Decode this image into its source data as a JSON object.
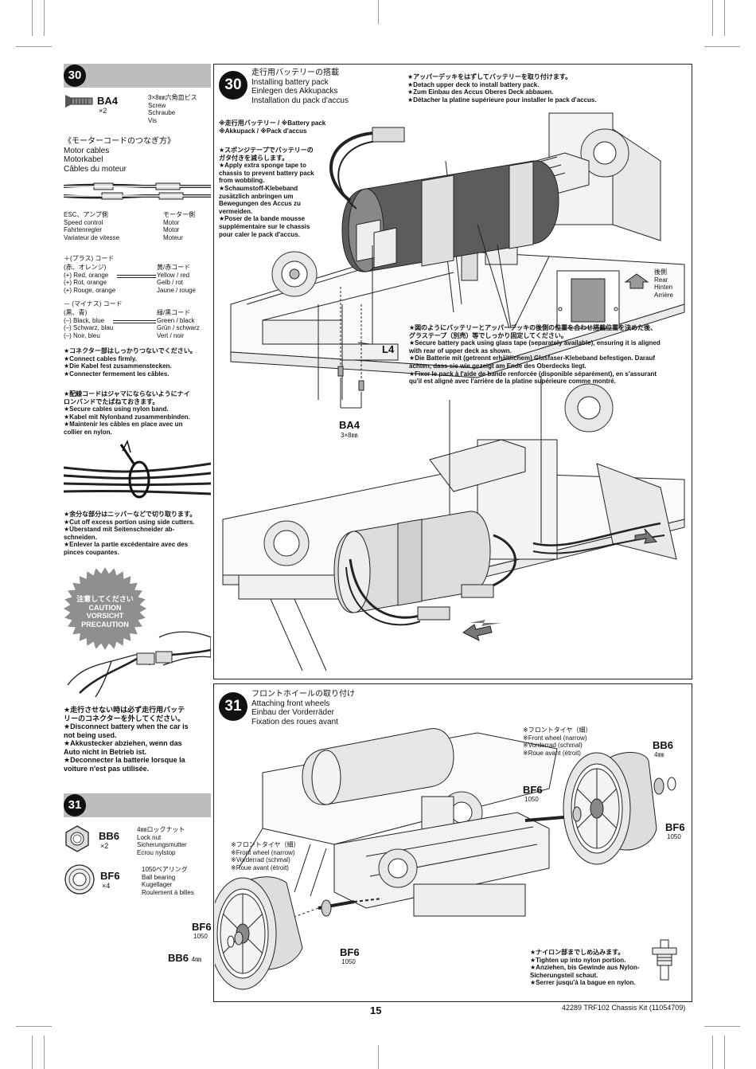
{
  "left": {
    "s30_badge": "30",
    "ba4": {
      "code": "BA4",
      "qty": "×2",
      "jp": "3×8㎜六角皿ビス",
      "en": "Screw",
      "de": "Schraube",
      "fr": "Vis"
    },
    "motor_cables": [
      "《モーターコードのつなぎ方》",
      "Motor cables",
      "Motorkabel",
      "Câbles du moteur"
    ],
    "esc": [
      "ESC、アンプ側",
      "Speed control",
      "Fahrtenregler",
      "Variateur de vitesse"
    ],
    "motor": [
      "モーター側",
      "Motor",
      "Motor",
      "Moteur"
    ],
    "plus_title": "＋(プラス) コード",
    "plus_left": [
      "(赤、オレンジ)",
      "(+) Red, orange",
      "(+) Rot, orange",
      "(+) Rouge, orange"
    ],
    "plus_right": [
      "黄/赤コード",
      "Yellow / red",
      "Gelb / rot",
      "Jaune / rouge"
    ],
    "minus_title": "－ (マイナス) コード",
    "minus_left": [
      "(黒、青)",
      "(–) Black, blue",
      "(–) Schwarz, blau",
      "(–) Noir, bleu"
    ],
    "minus_right": [
      "緑/黒コード",
      "Green / black",
      "Grün / schwarz",
      "Vert / noir"
    ],
    "connect": [
      "★コネクター部はしっかりつないでください。",
      "★Connect cables firmly.",
      "★Die Kabel fest zusammenstecken.",
      "★Connecter fermement les câbles."
    ],
    "nylon": [
      "★配線コードはジャマにならないようにナイ",
      "ロンバンドでたばねておきます。",
      "★Secure cables using nylon band.",
      "★Kabel mit Nylonband zusammenbinden.",
      "★Maintenir les câbles en place avec un",
      "collier en nylon."
    ],
    "cut": [
      "★余分な部分はニッパーなどで切り取ります。",
      "★Cut off excess portion using side cutters.",
      "★Überstand mit Seitenschneider ab-",
      "schneiden.",
      "★Enlever la partie excédentaire avec des",
      "pinces coupantes."
    ],
    "caution": [
      "注意してください",
      "CAUTION",
      "VORSICHT",
      "PRECAUTION"
    ],
    "disconnect": [
      "★走行させない時は必ず走行用バッテ",
      "リーのコネクターを外してください。",
      "★Disconnect battery when the car is",
      "not being used.",
      "★Akkustecker abziehen, wenn das",
      "Auto nicht in Betrieb ist.",
      "★Deconnecter la batterie lorsque la",
      "voiture n'est pas utilisée."
    ],
    "s31_badge": "31",
    "bb6": {
      "code": "BB6",
      "qty": "×2",
      "jp": "4㎜ロックナット",
      "en": "Lock nut",
      "de": "Sicherungsmutter",
      "fr": "Ecrou nylstop"
    },
    "bf6": {
      "code": "BF6",
      "qty": "×4",
      "jp": "1050ベアリング",
      "en": "Ball bearing",
      "de": "Kugellager",
      "fr": "Roulement à billes"
    }
  },
  "step30": {
    "num": "30",
    "title": [
      "走行用バッテリーの搭載",
      "Installing battery pack",
      "Einlegen des Akkupacks",
      "Installation du pack d'accus"
    ],
    "detach": [
      "★アッパーデッキをはずしてバッテリーを取り付けます。",
      "★Detach upper deck to install battery pack.",
      "★Zum Einbau des Accus Oberes Deck abbauen.",
      "★Détacher la platine supérieure pour installer le pack d'accus."
    ],
    "battery": [
      "※走行用バッテリー / ※Battery pack",
      "※Akkupack / ※Pack d'accus"
    ],
    "sponge": [
      "★スポンジテープでバッテリーの",
      "ガタ付きを減らします。",
      "★Apply extra sponge tape to",
      "chassis to prevent battery pack",
      "from wobbling.",
      "★Schaumstoff-Klebeband",
      "zusätzlich anbringen um",
      "Bewegungen des Accus zu",
      "vermeiden.",
      "★Poser de la bande mousse",
      "supplémentaire sur le chassis",
      "pour caler le pack d'accus."
    ],
    "rear": [
      "後側",
      "Rear",
      "Hinten",
      "Arrière"
    ],
    "glass": [
      "★図のようにバッテリーとアッパーデッキの後側の位置を合わせ搭載位置を決めた後、",
      "グラステープ（別売）等でしっかり固定してください。",
      "★Secure battery pack using glass tape (separately available), ensuring it is aligned",
      "with rear of upper deck as shown.",
      "★Die Batterie mit (getrennt erhältlichem) Glasfaser-Klebeband befestigen. Darauf",
      "achten, dass sie wie gezeigt am Ende des Oberdecks liegt.",
      "★Fixer le pack à l'aide de bande renforcée (disponible séparément), en s'assurant",
      "qu'il est aligné avec l'arrière de la platine supérieure comme montré."
    ],
    "l4": "L4",
    "ba4": "BA4",
    "ba4_size": "3×8㎜"
  },
  "step31": {
    "num": "31",
    "title": [
      "フロントホイールの取り付け",
      "Attaching front wheels",
      "Einbau der Vorderräder",
      "Fixation des roues avant"
    ],
    "wheel_right": [
      "※フロントタイヤ（細）",
      "※Front wheel (narrow)",
      "※Vorderrad (schmal)",
      "※Roue avant (étroit)"
    ],
    "wheel_left": [
      "※フロントタイヤ（細）",
      "※Front wheel (narrow)",
      "※Vorderrad (schmal)",
      "※Roue avant (étroit)"
    ],
    "bb6": "BB6",
    "bb6_size": "4㎜",
    "bf6": "BF6",
    "bf6_size": "1050",
    "tighten": [
      "★ナイロン部までしめ込みます。",
      "★Tighten up into nylon portion.",
      "★Anziehen, bis Gewinde aus Nylon-",
      "Sicherungsteil schaut.",
      "★Serrer jusqu'à la bague en nylon."
    ]
  },
  "footer": {
    "page": "15",
    "kit": "42289  TRF102 Chassis Kit  (11054709)"
  }
}
